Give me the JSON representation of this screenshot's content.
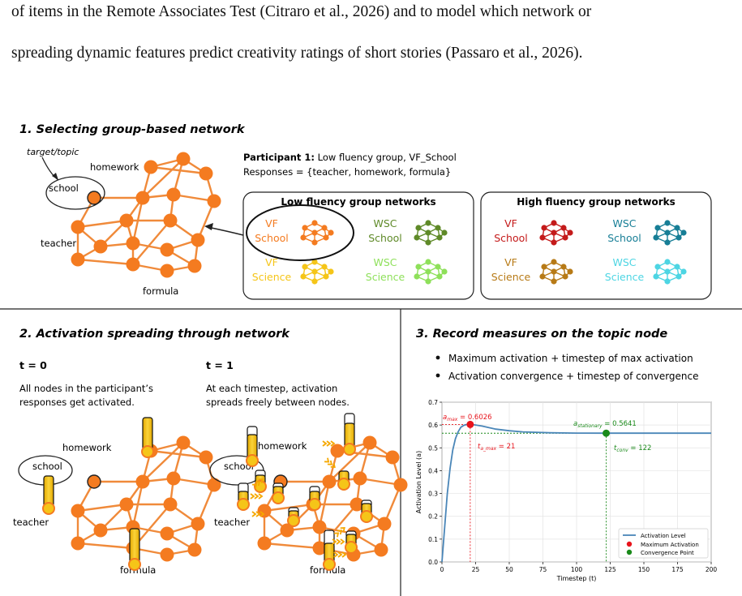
{
  "body_text": {
    "line1": "of items in the Remote Associates Test (Citraro et al., 2026) and to model which network or",
    "line2": "spreading dynamic features predict creativity ratings of short stories (Passaro et al., 2026)."
  },
  "colors": {
    "orange": "#f47b20",
    "edge": "#f08a3a",
    "yellow": "#f5c518",
    "vf_school_low": "#f47b20",
    "wsc_school_low": "#5f8a28",
    "vf_science_low": "#f5c518",
    "wsc_science_low": "#8ee05a",
    "vf_school_high": "#c41a1a",
    "wsc_school_high": "#177e96",
    "vf_science_high": "#b77a16",
    "wsc_science_high": "#4dd5e3",
    "curve": "#4a86b8",
    "max_point": "#e8141c",
    "conv_point": "#1a8a1a"
  },
  "panel1": {
    "title": "1. Selecting group-based network",
    "target_label": "target/topic",
    "node_labels": {
      "school": "school",
      "homework": "homework",
      "teacher": "teacher",
      "formula": "formula"
    },
    "participant_bold": "Participant 1:",
    "participant_text": " Low fluency group, VF_School",
    "responses": "Responses = {teacher, homework, formula}",
    "low_title": "Low fluency group networks",
    "high_title": "High fluency group networks",
    "networks": {
      "low": [
        {
          "line1": "VF",
          "line2": "School"
        },
        {
          "line1": "WSC",
          "line2": "School"
        },
        {
          "line1": "VF",
          "line2": "Science"
        },
        {
          "line1": "WSC",
          "line2": "Science"
        }
      ],
      "high": [
        {
          "line1": "VF",
          "line2": "School"
        },
        {
          "line1": "WSC",
          "line2": "School"
        },
        {
          "line1": "VF",
          "line2": "Science"
        },
        {
          "line1": "WSC",
          "line2": "Science"
        }
      ]
    }
  },
  "panel2": {
    "title": "2. Activation spreading through network",
    "t0_label": "t = 0",
    "t0_desc1": "All nodes in the participant’s",
    "t0_desc2": "responses get activated.",
    "t1_label": "t = 1",
    "t1_desc1": "At each timestep, activation",
    "t1_desc2": "spreads freely between nodes."
  },
  "panel3": {
    "title": "3. Record measures on the topic node",
    "bullet1": "Maximum activation + timestep of max activation",
    "bullet2": "Activation convergence + timestep of convergence"
  },
  "chart_data": {
    "type": "line",
    "xlabel": "Timestep (t)",
    "ylabel": "Activation Level (a)",
    "xlim": [
      0,
      200
    ],
    "ylim": [
      0,
      0.7
    ],
    "xticks": [
      0,
      25,
      50,
      75,
      100,
      125,
      150,
      175,
      200
    ],
    "yticks": [
      0.0,
      0.1,
      0.2,
      0.3,
      0.4,
      0.5,
      0.6,
      0.7
    ],
    "grid": true,
    "legend_position": "bottom-right",
    "series": [
      {
        "name": "Activation Level",
        "x": [
          0,
          2,
          4,
          6,
          8,
          10,
          12,
          14,
          16,
          18,
          21,
          25,
          30,
          40,
          50,
          60,
          80,
          100,
          122,
          150,
          200
        ],
        "y": [
          0.0,
          0.15,
          0.3,
          0.41,
          0.49,
          0.54,
          0.57,
          0.59,
          0.598,
          0.602,
          0.6026,
          0.6,
          0.595,
          0.582,
          0.575,
          0.57,
          0.566,
          0.5645,
          0.5641,
          0.5641,
          0.5641
        ]
      }
    ],
    "points": [
      {
        "name": "Maximum Activation",
        "x": 21,
        "y": 0.6026
      },
      {
        "name": "Convergence Point",
        "x": 122,
        "y": 0.5641
      }
    ],
    "annotations": {
      "a_max_main": "a",
      "a_max_sub": "max",
      "a_max_value": " = 0.6026",
      "t_max_main": "t",
      "t_max_sub": "a_max",
      "t_max_value": " = 21",
      "a_stat_main": "a",
      "a_stat_sub": "stationary",
      "a_stat_value": " = 0.5641",
      "t_conv_main": "t",
      "t_conv_sub": "conv",
      "t_conv_value": " = 122"
    }
  }
}
